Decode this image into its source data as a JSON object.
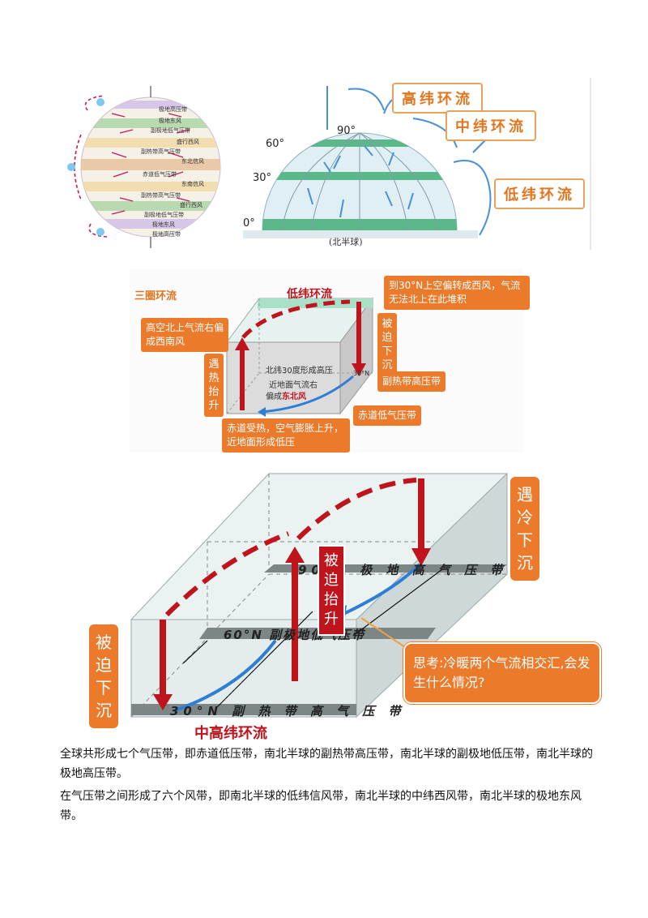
{
  "fig1": {
    "lat_labels": [
      "90°",
      "60°",
      "30°",
      "0°"
    ],
    "caption": "(北半球)",
    "labels": [
      "高纬环流",
      "中纬环流",
      "低纬环流"
    ],
    "left_bands": [
      "极地高压带",
      "极地东风",
      "副极地低气压带",
      "盛行西风",
      "副热带高气压带",
      "东北信风",
      "赤道低气压带",
      "东南信风",
      "副热带高气压带",
      "盛行西风",
      "副极地低气压带",
      "极地东风",
      "极地高压带"
    ]
  },
  "fig2": {
    "title_left": "三圈环流",
    "title_arrow": "低纬环流",
    "note_top_right": "到30°N上空偏转成西风，气流无法北上在此堆积",
    "note_left": "高空北上气流右偏成西南风",
    "heat_rise": "遇热抬升",
    "forced_sink": "被迫下沉",
    "subtropical_high": "副热带高压带",
    "equatorial_low": "赤道低气压带",
    "bottom_note": "赤道受热，空气膨胀上升，近地面形成低压",
    "inner_line1": "北纬30度形成高压",
    "inner_line2": "近地面气流右",
    "inner_line3a": "偏成",
    "inner_line3b": "东北风",
    "lat_30n": "30°N"
  },
  "fig3": {
    "cold_sink": "遇冷下沉",
    "forced_sink": "被迫下沉",
    "forced_rise": "被迫抬升",
    "band_90": "90°N 极 地 高 气 压 带",
    "band_60": "60°N 副极地低气压带",
    "band_30": "30°N 副 热 带 高 气 压 带",
    "title": "中高纬环流",
    "think": "思考:冷暖两个气流相交汇,会发生什么情况?"
  },
  "paragraphs": [
    "全球共形成七个气压带，即赤道低压带，南北半球的副热带高压带，南北半球的副极地低压带，南北半球的极地高压带。",
    "在气压带之间形成了六个风带，即南北半球的低纬信风带，南北半球的中纬西风带，南北半球的极地东风带。"
  ],
  "colors": {
    "orange": "#ec7a2b",
    "red": "#c0141c",
    "blue": "#3a8ed8",
    "green": "#5ab88a"
  }
}
